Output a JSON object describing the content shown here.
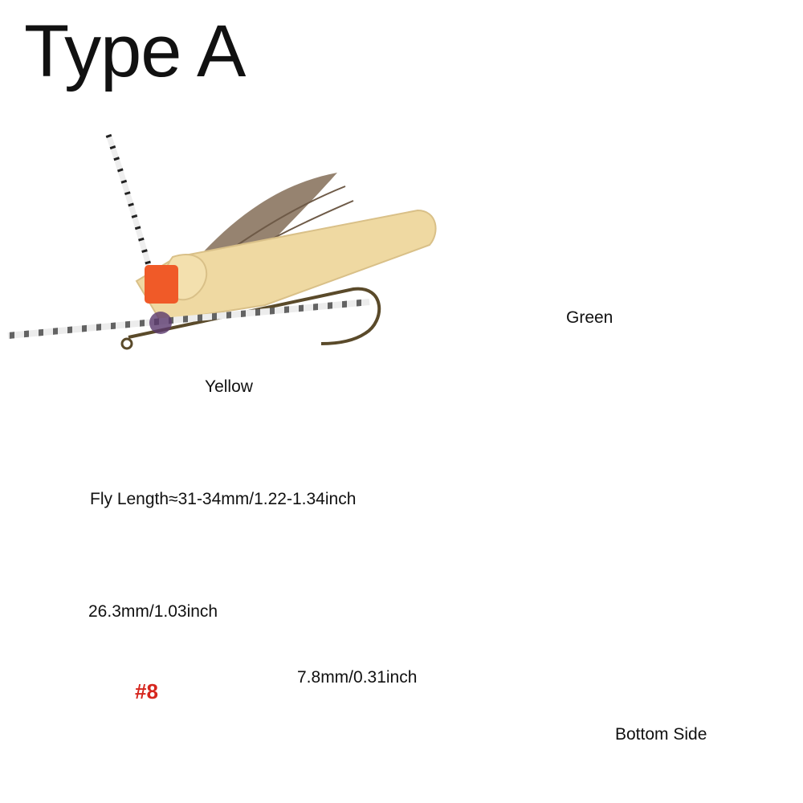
{
  "title": "Type A",
  "labels": {
    "yellow": "Yellow",
    "green": "Green",
    "bottom_side": "Bottom Side",
    "fly_length": "Fly Length≈31-34mm/1.22-1.34inch",
    "hook_length": "26.3mm/1.03inch",
    "hook_gap": "7.8mm/0.31inch",
    "hook_size": "#8"
  },
  "colors": {
    "yellow_foam": "#efd9a2",
    "green_foam": "#53c43e",
    "orange_indicator": "#f05a28",
    "hackle_brown": "#8b7560",
    "hook_bronze": "#5a4a2a",
    "size_red": "#d6261e"
  }
}
